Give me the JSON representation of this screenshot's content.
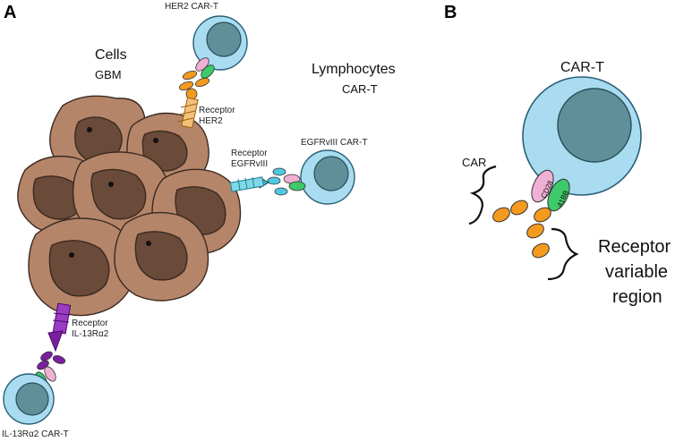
{
  "panel_a": {
    "letter": "A",
    "cells_label": "Cells",
    "gbm_label": "GBM",
    "lymphocytes_label": "Lymphocytes",
    "cart_label": "CAR-T",
    "her2_cart": "HER2 CAR-T",
    "receptor_her2_line1": "Receptor",
    "receptor_her2_line2": "HER2",
    "egfr_cart": "EGFRvIII CAR-T",
    "receptor_egfr_line1": "Receptor",
    "receptor_egfr_line2": "EGFRvIII",
    "receptor_il13_line1": "Receptor",
    "receptor_il13_line2": "IL-13Rα2",
    "il13_cart": "IL-13Rα2 CAR-T"
  },
  "panel_b": {
    "letter": "B",
    "cart_title": "CAR-T",
    "car_label": "CAR",
    "cd28_label": "CD28",
    "41bb_label": "41BB",
    "receptor_line1": "Receptor",
    "receptor_line2": "variable",
    "receptor_line3": "region"
  },
  "colors": {
    "tumor_cell": "#b5856a",
    "tumor_nucleus": "#6a4a38",
    "cart_cell": "#a9dcf0",
    "cart_nucleus": "#5f8f98",
    "orange": "#f39a1f",
    "pink": "#f0b0d4",
    "green": "#3ec96a",
    "purple": "#7a1fa0",
    "cyan": "#2fb8cf"
  }
}
